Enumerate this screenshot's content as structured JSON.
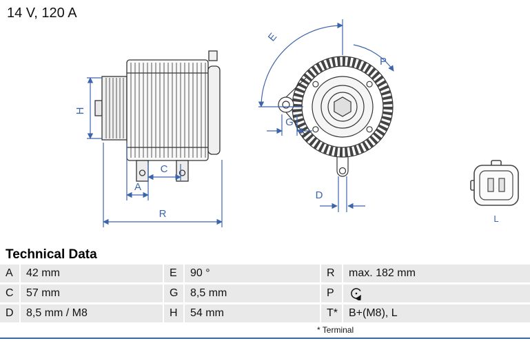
{
  "header": {
    "rating": "14 V, 120 A"
  },
  "drawing": {
    "dimension_color": "#3c64ad",
    "labels": {
      "H": "H",
      "A": "A",
      "C": "C",
      "R": "R",
      "E": "E",
      "G": "G",
      "P": "P",
      "D": "D",
      "L": "L"
    }
  },
  "technical_data": {
    "title": "Technical Data",
    "rows": [
      {
        "cells": [
          {
            "key": "A",
            "value": "42 mm"
          },
          {
            "key": "E",
            "value": "90 °"
          },
          {
            "key": "R",
            "value": "max. 182 mm"
          }
        ]
      },
      {
        "cells": [
          {
            "key": "C",
            "value": "57 mm"
          },
          {
            "key": "G",
            "value": "8,5 mm"
          },
          {
            "key": "P",
            "value": "",
            "icon": "rotation-direction-icon"
          }
        ]
      },
      {
        "cells": [
          {
            "key": "D",
            "value": "8,5 mm / M8"
          },
          {
            "key": "H",
            "value": "54 mm"
          },
          {
            "key": "T*",
            "value": "B+(M8), L"
          }
        ]
      }
    ],
    "footnote": "* Terminal"
  }
}
